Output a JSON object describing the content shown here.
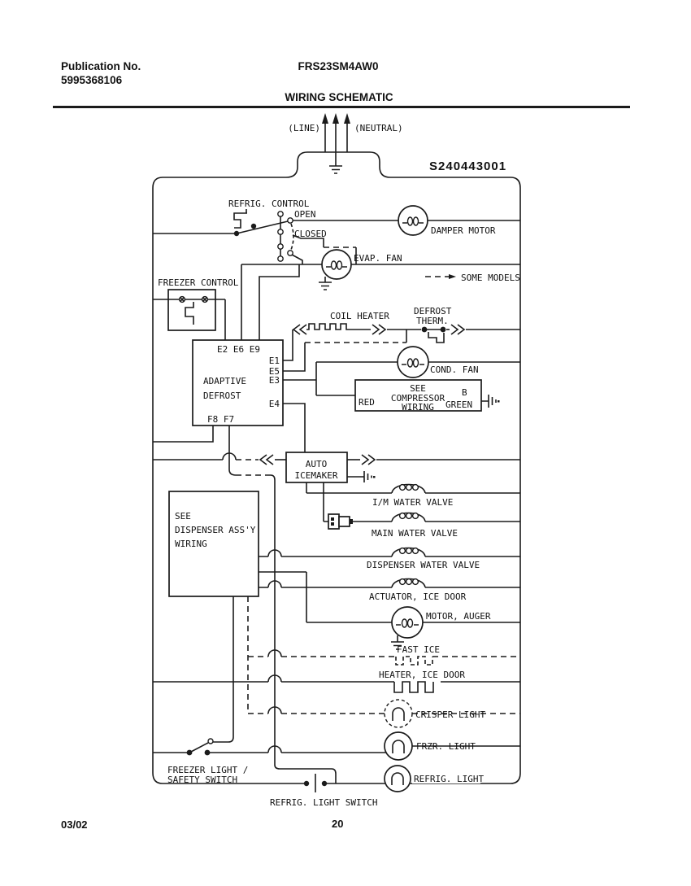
{
  "header": {
    "publication_label": "Publication No.",
    "publication_number": "5995368106",
    "model": "FRS23SM4AW0",
    "title": "WIRING SCHEMATIC"
  },
  "supply": {
    "line": "(LINE)",
    "neutral": "(NEUTRAL)",
    "part_number": "S240443001"
  },
  "legend": {
    "some_models": "SOME MODELS"
  },
  "components": {
    "refrig_control": {
      "label": "REFRIG. CONTROL",
      "open": "OPEN",
      "closed": "CLOSED"
    },
    "damper_motor": "DAMPER MOTOR",
    "evap_fan": "EVAP. FAN",
    "freezer_control": "FREEZER CONTROL",
    "adaptive_defrost": {
      "line1": "ADAPTIVE",
      "line2": "DEFROST",
      "top_terminals": "E2 E6 E9",
      "right_terminals": [
        "E1",
        "E5",
        "E3",
        "E4"
      ],
      "bottom_terminals": "F8 F7"
    },
    "coil_heater": "COIL HEATER",
    "defrost_therm": {
      "line1": "DEFROST",
      "line2": "THERM."
    },
    "cond_fan": "COND. FAN",
    "compressor_box": {
      "line1": "SEE",
      "line2": "COMPRESSOR",
      "line3": "WIRING",
      "red": "RED",
      "b": "B",
      "green": "GREEN"
    },
    "auto_icemaker": {
      "line1": "AUTO",
      "line2": "ICEMAKER"
    },
    "dispenser_box": {
      "line1": "SEE",
      "line2": "DISPENSER ASS'Y",
      "line3": "WIRING"
    },
    "im_water_valve": "I/M WATER VALVE",
    "main_water_valve": "MAIN WATER VALVE",
    "dispenser_water_valve": "DISPENSER WATER VALVE",
    "actuator_ice_door": "ACTUATOR, ICE DOOR",
    "motor_auger": "MOTOR, AUGER",
    "fast_ice": "FAST ICE",
    "heater_ice_door": "HEATER, ICE DOOR",
    "crisper_light": "CRISPER LIGHT",
    "frzr_light": "FRZR. LIGHT",
    "refrig_light": "REFRIG. LIGHT",
    "freezer_safety_switch": {
      "line1": "FREEZER LIGHT /",
      "line2": "SAFETY SWITCH"
    },
    "refrig_light_switch": "REFRIG. LIGHT SWITCH"
  },
  "footer": {
    "date": "03/02",
    "page": "20"
  }
}
